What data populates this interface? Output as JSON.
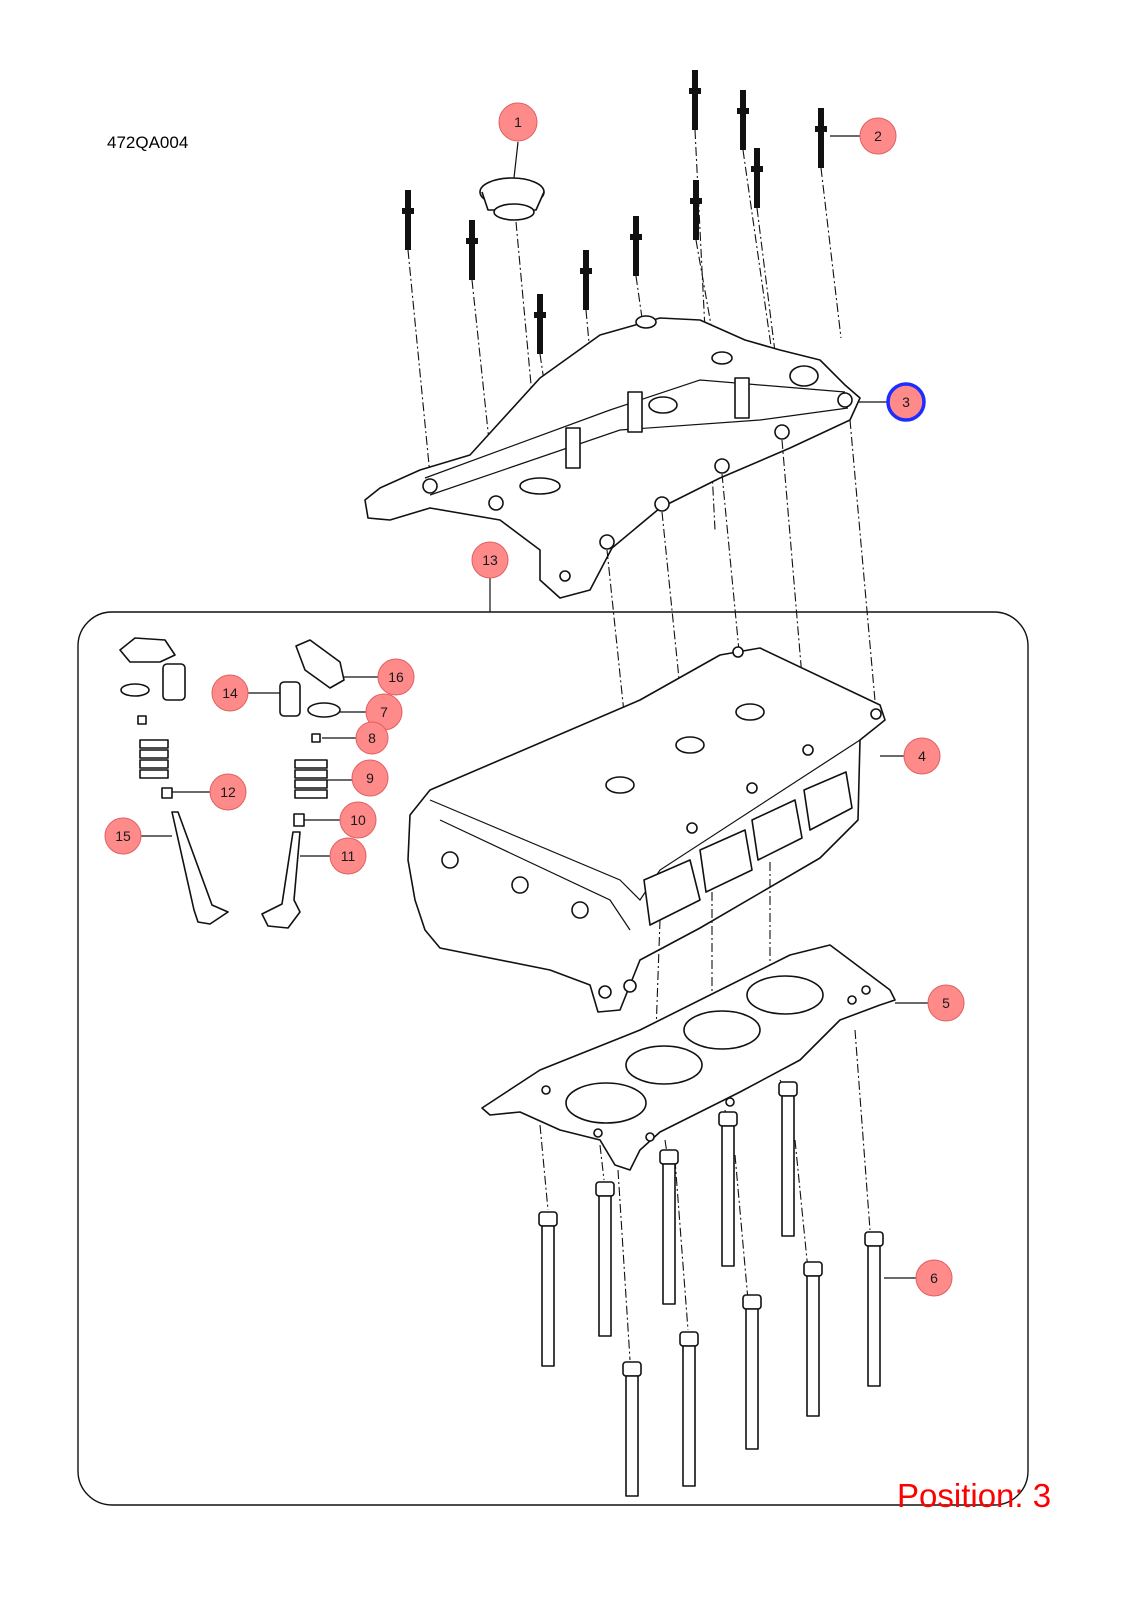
{
  "diagram_code": "472QA004",
  "position_label": "Position: 3",
  "selected_callout": "3",
  "colors": {
    "callout_fill": "#ff8a8a",
    "selection_ring": "#1e2dff",
    "position_text": "#ff0000"
  },
  "callouts": [
    "1",
    "2",
    "3",
    "4",
    "5",
    "6",
    "7",
    "8",
    "9",
    "10",
    "11",
    "12",
    "13",
    "14",
    "15",
    "16"
  ]
}
